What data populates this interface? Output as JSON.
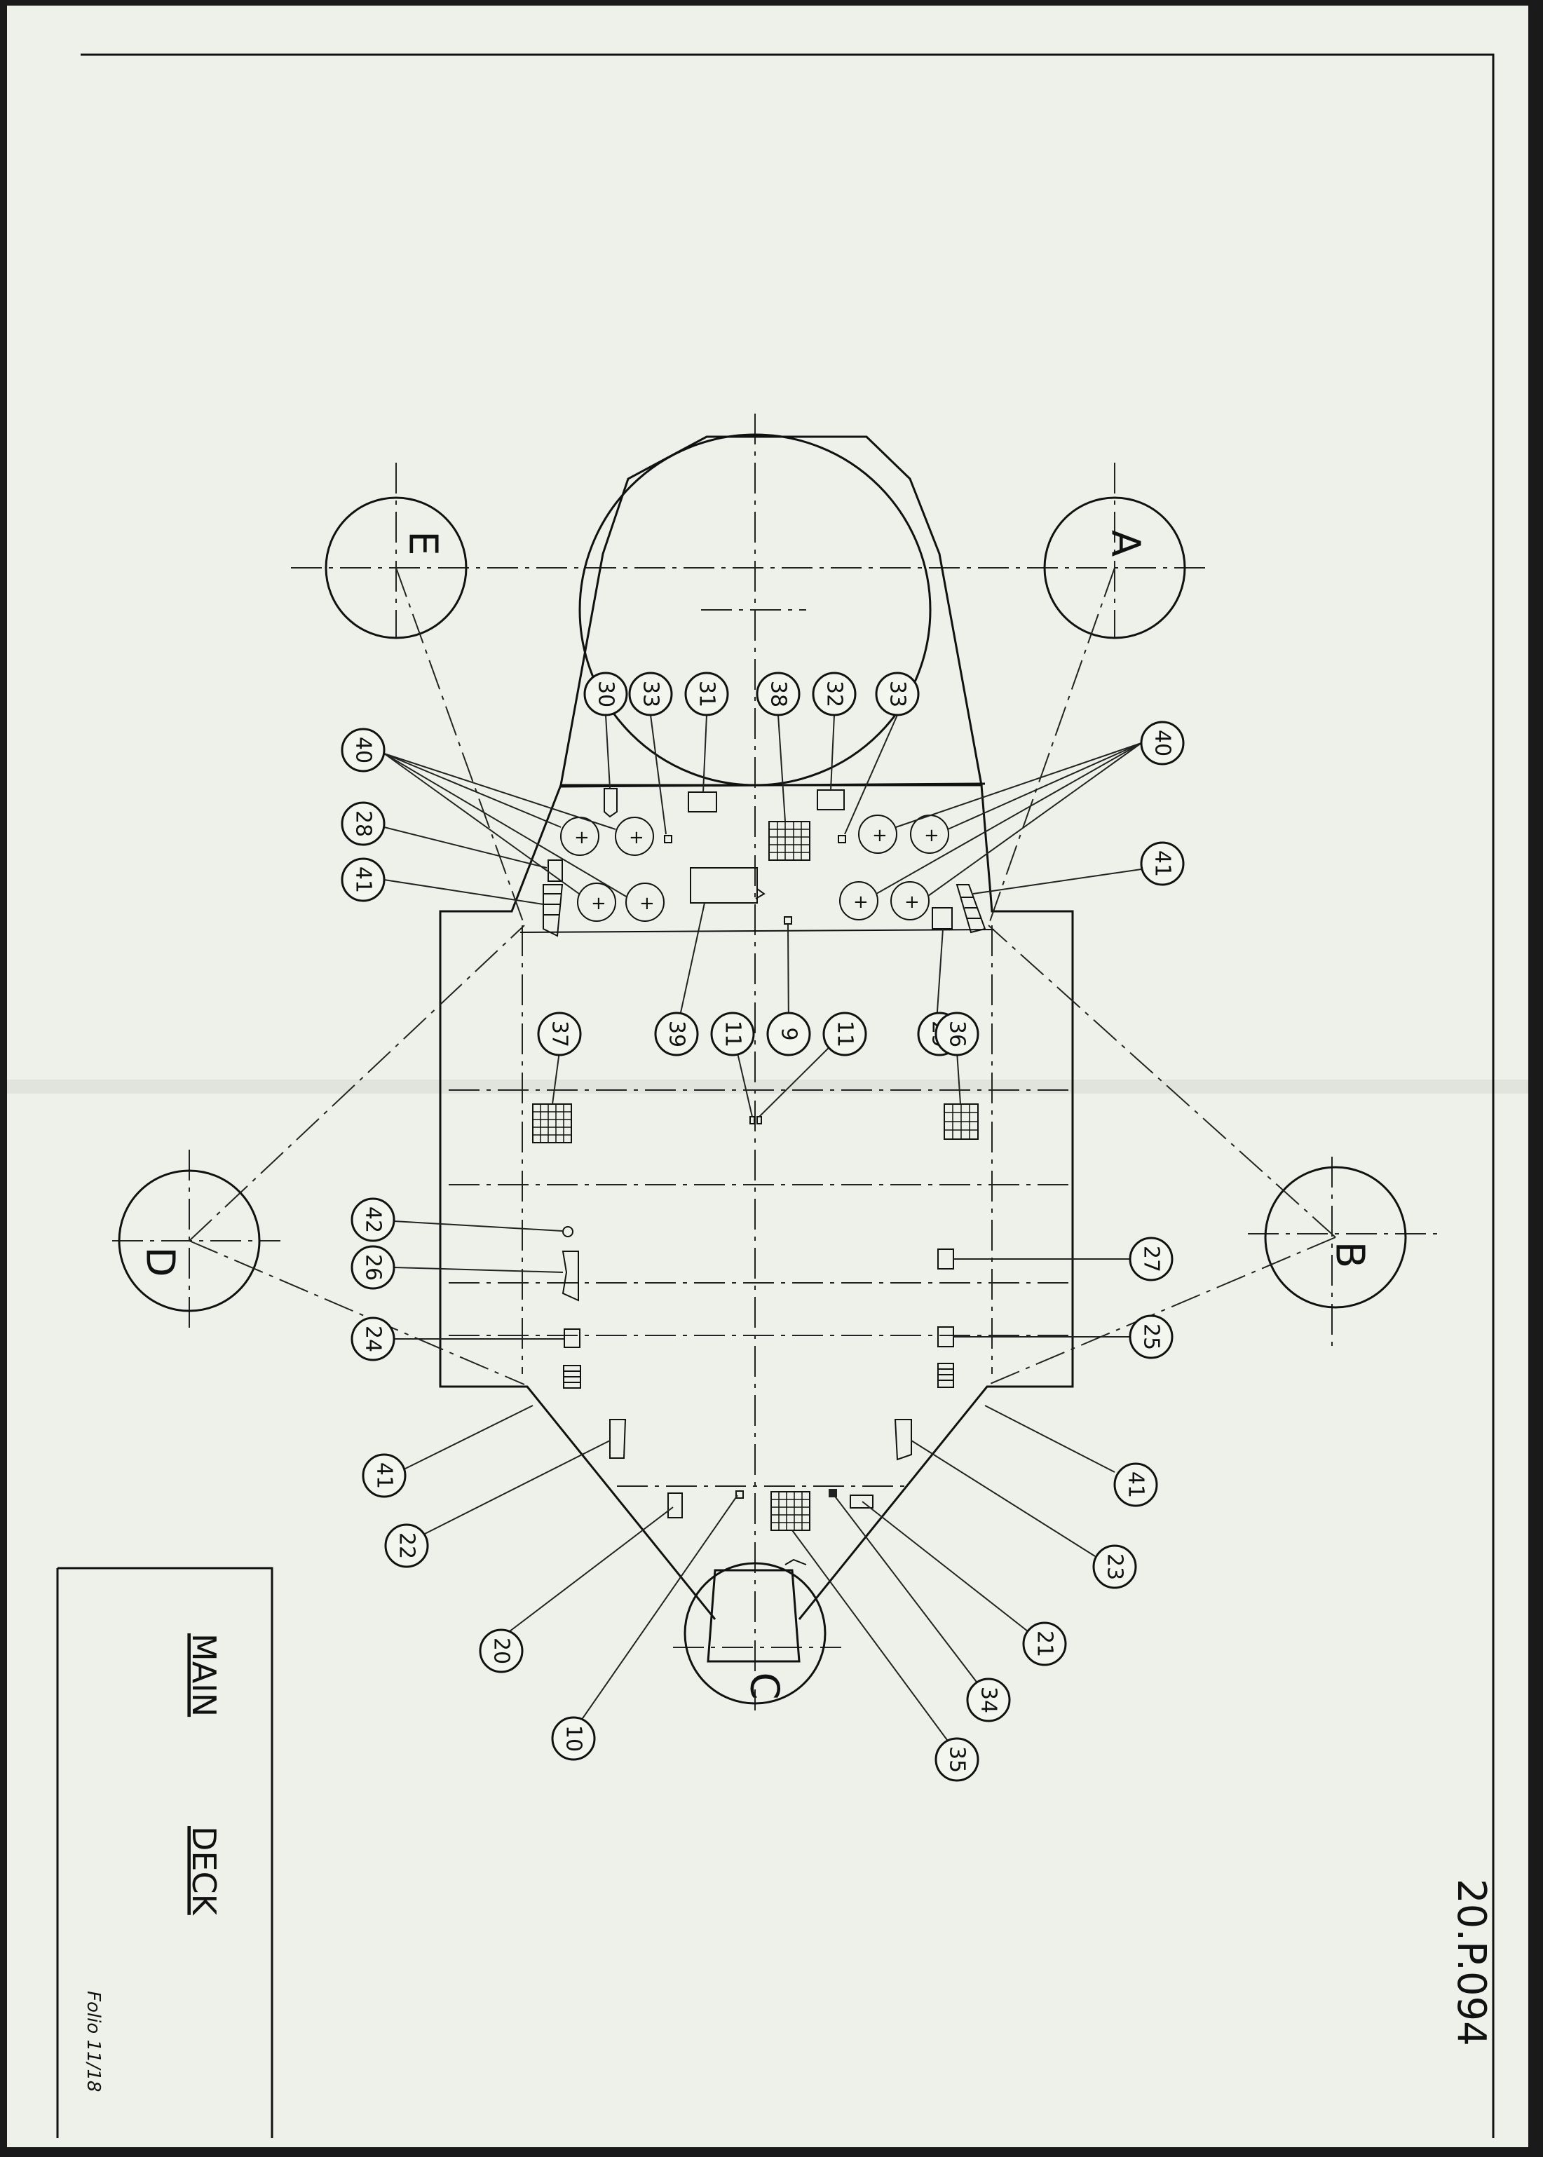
{
  "drawing": {
    "reference": "20.P.094",
    "title_line1": "MAIN",
    "title_line2": "DECK",
    "folio": "Folio 11/18"
  },
  "sections": [
    "E",
    "A",
    "B",
    "C",
    "D"
  ],
  "items": [
    "30",
    "33",
    "31",
    "38",
    "32",
    "33",
    "40",
    "28",
    "41",
    "40",
    "41",
    "39",
    "11",
    "9",
    "11",
    "29",
    "37",
    "36",
    "42",
    "26",
    "24",
    "27",
    "25",
    "41",
    "41",
    "22",
    "23",
    "20",
    "21",
    "10",
    "34",
    "35"
  ],
  "colors": {
    "paper": "#eef1ea",
    "ink": "#111111",
    "border": "#1a1a1a"
  }
}
